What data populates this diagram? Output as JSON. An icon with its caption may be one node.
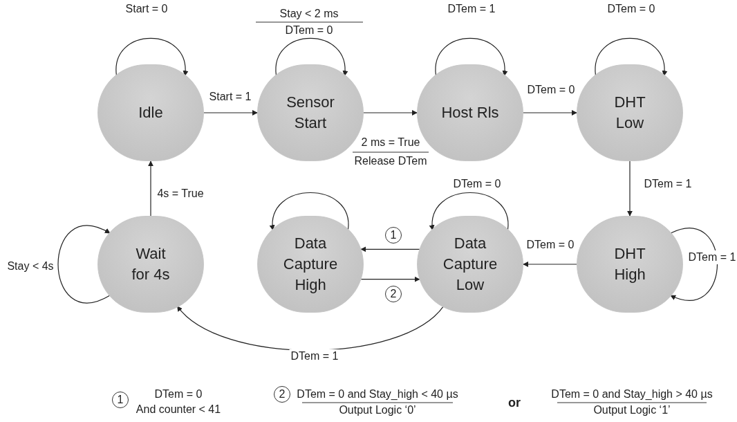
{
  "diagram": {
    "nodes": [
      {
        "text": [
          "Idle"
        ]
      },
      {
        "text": [
          "Sensor Start"
        ]
      },
      {
        "text": [
          "Host Rls"
        ]
      },
      {
        "text": [
          "DHT Low"
        ]
      },
      {
        "text": [
          "Wait for 4s"
        ]
      },
      {
        "text": [
          "Data Capture High"
        ]
      },
      {
        "text": [
          "Data Capture Low"
        ]
      },
      {
        "text": [
          "DHT High"
        ]
      }
    ],
    "edges": [
      {
        "from": 0,
        "to": 0,
        "arrow": "to",
        "label": "Start = 0"
      },
      {
        "from": 0,
        "to": 1,
        "arrow": "to",
        "label": "Start = 1"
      },
      {
        "from": 1,
        "to": 1,
        "arrow": "to",
        "label": "Stay < 2 ms"
      },
      {
        "from": 1,
        "to": 2,
        "arrow": "to",
        "label": "2 ms = True"
      },
      {
        "from": 2,
        "to": 2,
        "arrow": "to",
        "label": "DTem = 1"
      },
      {
        "from": 2,
        "to": 3,
        "arrow": "to",
        "label": "DTem = 0"
      },
      {
        "from": 3,
        "to": 3,
        "arrow": "to",
        "label": "DTem = 0"
      },
      {
        "from": 3,
        "to": 7,
        "arrow": "to",
        "label": "DTem = 1"
      },
      {
        "from": 7,
        "to": 7,
        "arrow": "to",
        "label": "DTem = 1"
      },
      {
        "from": 7,
        "to": 6,
        "arrow": "to",
        "label": "DTem = 0"
      },
      {
        "from": 6,
        "to": 6,
        "arrow": "to",
        "label": "DTem = 0"
      },
      {
        "from": 6,
        "to": 5,
        "arrow": "to",
        "label": "1"
      },
      {
        "from": 5,
        "to": 6,
        "arrow": "to",
        "label": "2"
      },
      {
        "from": 5,
        "to": 5,
        "arrow": "to"
      },
      {
        "from": 6,
        "to": 4,
        "arrow": "to",
        "label": "DTem = 1"
      },
      {
        "from": 4,
        "to": 4,
        "arrow": "to",
        "label": "Stay < 4s"
      },
      {
        "from": 4,
        "to": 0,
        "arrow": "to",
        "label": "4s = True"
      }
    ],
    "labels": [
      "DTem = 0",
      "Release DTem",
      "1",
      "DTem = 0",
      "And counter < 41",
      "2",
      "DTem = 0 and Stay_high < 40 µs",
      "Output Logic ‘0’",
      "or",
      "DTem = 0 and Stay_high > 40 µs",
      "Output Logic ‘1’"
    ]
  }
}
